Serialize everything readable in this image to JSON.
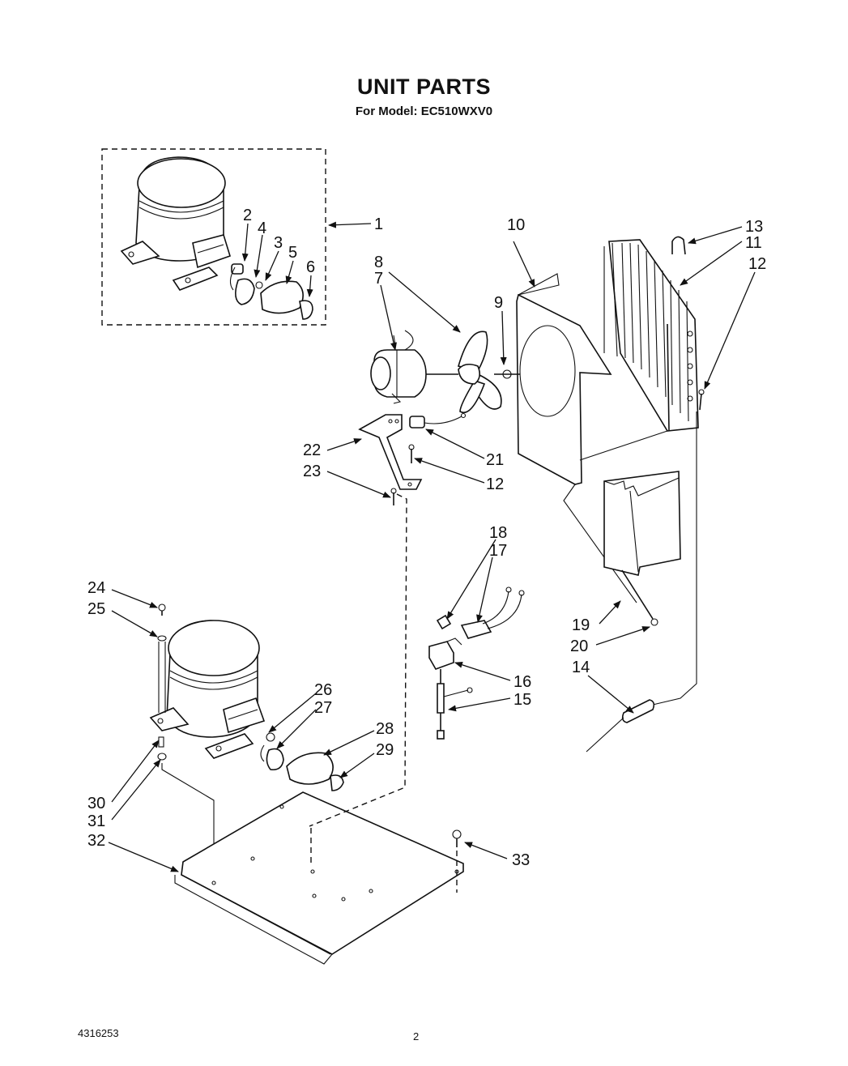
{
  "header": {
    "title": "UNIT PARTS",
    "subtitle": "For Model: EC510WXV0"
  },
  "footer": {
    "part_number": "4316253",
    "page_number": "2"
  },
  "callouts": {
    "c1": "1",
    "c2": "2",
    "c3": "3",
    "c4": "4",
    "c5": "5",
    "c6": "6",
    "c7": "7",
    "c8": "8",
    "c9": "9",
    "c10": "10",
    "c11": "11",
    "c12a": "12",
    "c12b": "12",
    "c13": "13",
    "c14": "14",
    "c15": "15",
    "c16": "16",
    "c17": "17",
    "c18": "18",
    "c19": "19",
    "c20": "20",
    "c21": "21",
    "c22": "22",
    "c23": "23",
    "c24": "24",
    "c25": "25",
    "c26": "26",
    "c27": "27",
    "c28": "28",
    "c29": "29",
    "c30": "30",
    "c31": "31",
    "c32": "32",
    "c33": "33"
  }
}
